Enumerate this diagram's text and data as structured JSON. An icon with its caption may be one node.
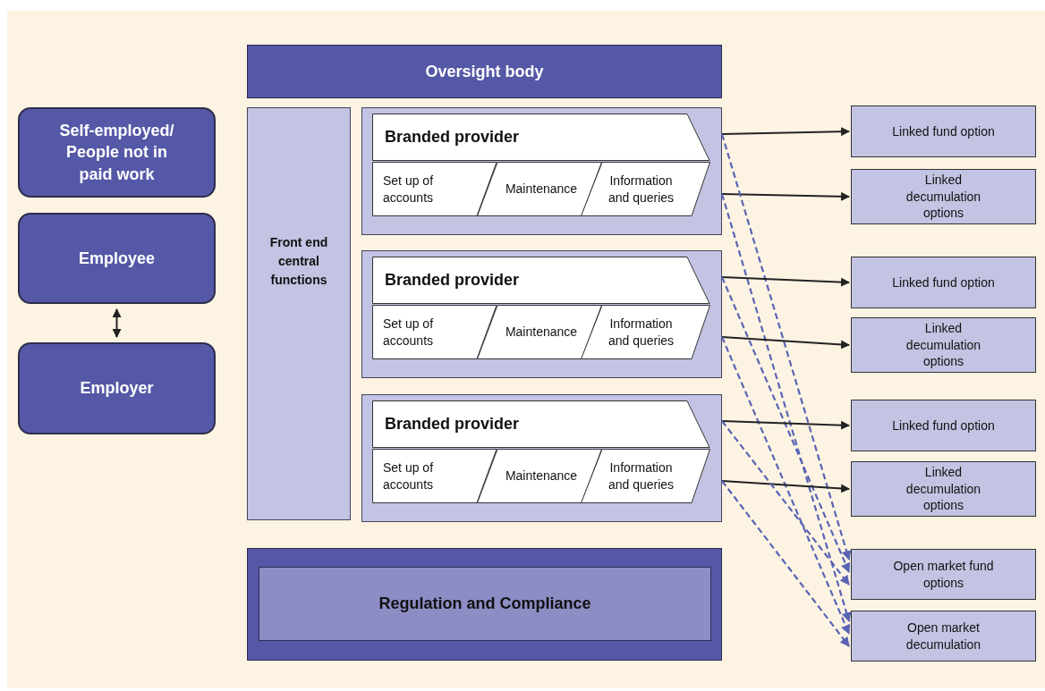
{
  "diagram": {
    "nodes": [
      {
        "text": [
          "Oversight body"
        ]
      },
      {
        "text": [
          "Self-employed/ People not in paid work"
        ]
      },
      {
        "text": [
          "Employee"
        ]
      },
      {
        "text": [
          "Employer"
        ]
      },
      {
        "text": [
          "Front end central functions"
        ]
      },
      {
        "text": [],
        "shape": "box"
      },
      {
        "text": [
          "Branded provider"
        ],
        "in": 5
      },
      {
        "text": [
          "Set up of accounts"
        ],
        "in": 5
      },
      {
        "text": [
          "Maintenance"
        ],
        "in": 5
      },
      {
        "text": [
          "Information and queries"
        ],
        "in": 5
      },
      {
        "text": [],
        "shape": "box"
      },
      {
        "text": [
          "Branded provider"
        ],
        "in": 10
      },
      {
        "text": [
          "Set up of accounts"
        ],
        "in": 10
      },
      {
        "text": [
          "Maintenance"
        ],
        "in": 10
      },
      {
        "text": [
          "Information and queries"
        ],
        "in": 10
      },
      {
        "text": [],
        "shape": "box"
      },
      {
        "text": [
          "Branded provider"
        ],
        "in": 15
      },
      {
        "text": [
          "Set up of accounts"
        ],
        "in": 15
      },
      {
        "text": [
          "Maintenance"
        ],
        "in": 15
      },
      {
        "text": [
          "Information and queries"
        ],
        "in": 15
      },
      {
        "text": [],
        "shape": "box"
      },
      {
        "text": [
          "Regulation and Compliance"
        ],
        "in": 20
      },
      {
        "text": [
          "Linked fund option"
        ]
      },
      {
        "text": [
          "Linked decumulation options"
        ]
      },
      {
        "text": [
          "Linked fund option"
        ]
      },
      {
        "text": [
          "Linked decumulation options"
        ]
      },
      {
        "text": [
          "Linked fund option"
        ]
      },
      {
        "text": [
          "Linked decumulation options"
        ]
      },
      {
        "text": [
          "Open market fund options"
        ]
      },
      {
        "text": [
          "Open market decumulation"
        ]
      }
    ],
    "edges": [
      {
        "from": 2,
        "to": 3,
        "arrow": "both"
      },
      {
        "from": 5,
        "to": 22,
        "arrow": "to"
      },
      {
        "from": 5,
        "to": 23,
        "arrow": "to"
      },
      {
        "from": 5,
        "to": 28,
        "arrow": "to",
        "style": "dashed",
        "color": "#5a64b4"
      },
      {
        "from": 5,
        "to": 29,
        "arrow": "to",
        "style": "dashed",
        "color": "#5a64b4"
      },
      {
        "from": 10,
        "to": 24,
        "arrow": "to"
      },
      {
        "from": 10,
        "to": 25,
        "arrow": "to"
      },
      {
        "from": 10,
        "to": 28,
        "arrow": "to",
        "style": "dashed",
        "color": "#5a64b4"
      },
      {
        "from": 10,
        "to": 29,
        "arrow": "to",
        "style": "dashed",
        "color": "#5a64b4"
      },
      {
        "from": 15,
        "to": 26,
        "arrow": "to"
      },
      {
        "from": 15,
        "to": 27,
        "arrow": "to"
      },
      {
        "from": 15,
        "to": 28,
        "arrow": "to",
        "style": "dashed",
        "color": "#5a64b4"
      },
      {
        "from": 15,
        "to": 29,
        "arrow": "to",
        "style": "dashed",
        "color": "#5a64b4"
      }
    ]
  }
}
